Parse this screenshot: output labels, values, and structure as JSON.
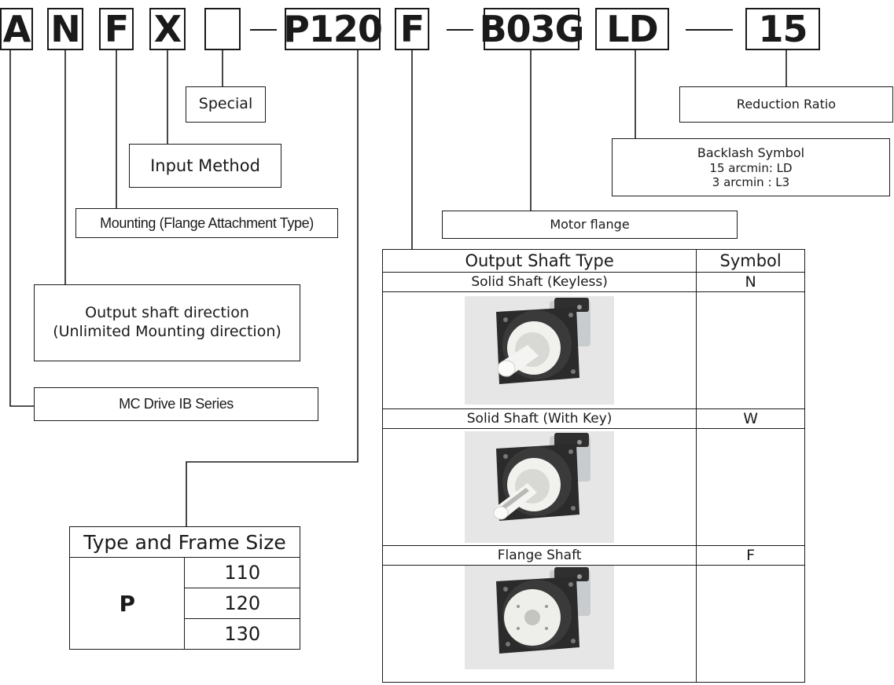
{
  "model_code": {
    "segments": [
      "A",
      "N",
      "F",
      "X",
      "",
      "P120",
      "F",
      "B03G",
      "LD",
      "15"
    ]
  },
  "labels": {
    "special": "Special",
    "input_method": "Input Method",
    "mounting": "Mounting (Flange Attachment Type)",
    "output_direction_line1": "Output shaft direction",
    "output_direction_line2": "(Unlimited Mounting direction)",
    "series": "MC Drive IB Series",
    "motor_flange": "Motor flange",
    "reduction_ratio": "Reduction Ratio",
    "backlash_line1": "Backlash Symbol",
    "backlash_line2": "15 arcmin: LD",
    "backlash_line3": "3 arcmin : L3"
  },
  "shaft_table": {
    "header_type": "Output Shaft Type",
    "header_symbol": "Symbol",
    "rows": [
      {
        "name": "Solid Shaft (Keyless)",
        "symbol": "N",
        "image": "gearbox-keyless-shaft-photo"
      },
      {
        "name": "Solid Shaft (With Key)",
        "symbol": "W",
        "image": "gearbox-keyed-shaft-photo"
      },
      {
        "name": "Flange Shaft",
        "symbol": "F",
        "image": "gearbox-flange-shaft-photo"
      }
    ]
  },
  "frame_table": {
    "header": "Type and Frame Size",
    "type": "P",
    "sizes": [
      "110",
      "120",
      "130"
    ]
  },
  "colors": {
    "line": "#1a1a1a",
    "photo_bg": "#e6e6e6",
    "housing_dark": "#2b2b2b",
    "shaft_light": "#f1f1ee"
  }
}
